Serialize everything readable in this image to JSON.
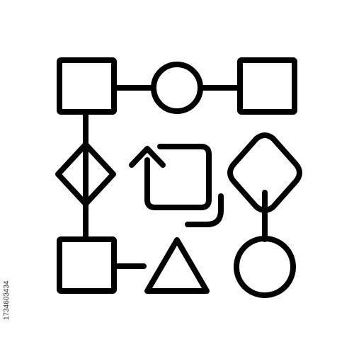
{
  "icon": {
    "name": "workflow-flowchart-icon",
    "stroke_color": "#000000",
    "background": "#ffffff",
    "shapes": [
      "square",
      "circle",
      "square",
      "diamond",
      "rotate-arrow",
      "diamond",
      "square",
      "triangle",
      "circle"
    ]
  },
  "watermark": {
    "stock_id": "1734603434"
  }
}
